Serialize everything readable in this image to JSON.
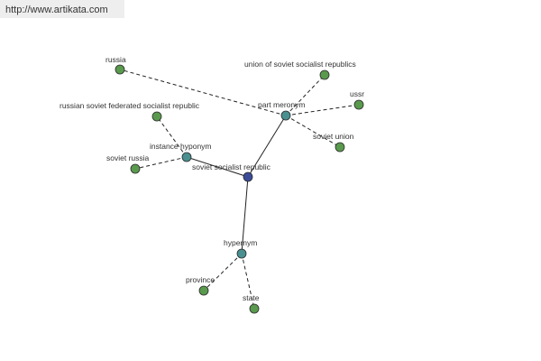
{
  "site_url": "http://www.artikata.com",
  "colors": {
    "background": "#ffffff",
    "banner_bg": "#eeeeee",
    "center_node": "#3c4c98",
    "relation_node": "#4a9090",
    "word_node": "#5a9a4e",
    "edge": "#222222",
    "label": "#333333"
  },
  "graph": {
    "center": {
      "id": "center",
      "label": "soviet socialist republic",
      "kind": "center"
    },
    "relations": [
      {
        "id": "part-meronym",
        "label": "part meronym",
        "kind": "relation"
      },
      {
        "id": "instance-hyponym",
        "label": "instance hyponym",
        "kind": "relation"
      },
      {
        "id": "hypernym",
        "label": "hypernym",
        "kind": "relation"
      }
    ],
    "words": [
      {
        "id": "russia",
        "label": "russia",
        "relation": "part-meronym"
      },
      {
        "id": "union-of-soviet-socialist-republics",
        "label": "union of soviet socialist republics",
        "relation": "part-meronym"
      },
      {
        "id": "ussr",
        "label": "ussr",
        "relation": "part-meronym"
      },
      {
        "id": "soviet-union",
        "label": "soviet union",
        "relation": "part-meronym"
      },
      {
        "id": "russian-soviet-federated-socialist-republic",
        "label": "russian soviet federated socialist republic",
        "relation": "instance-hyponym"
      },
      {
        "id": "soviet-russia",
        "label": "soviet russia",
        "relation": "instance-hyponym"
      },
      {
        "id": "province",
        "label": "province",
        "relation": "hypernym"
      },
      {
        "id": "state",
        "label": "state",
        "relation": "hypernym"
      }
    ]
  }
}
